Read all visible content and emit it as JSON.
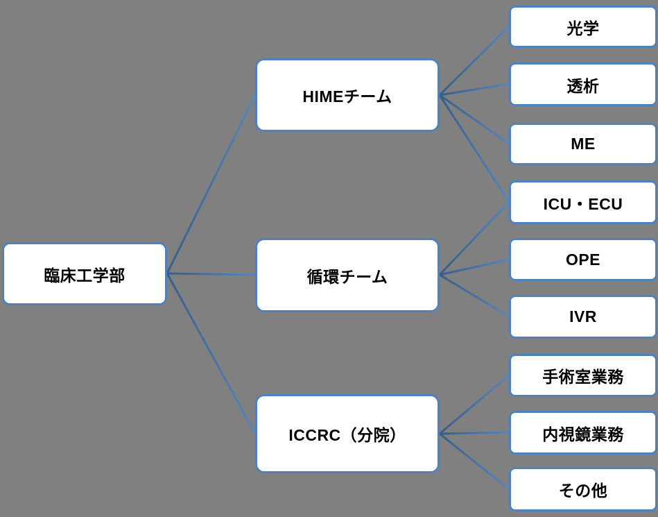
{
  "colors": {
    "background": "#808080",
    "box_border": "#4f81bd",
    "box_fill": "#ffffff",
    "text": "#000000",
    "connector_parent_end": "#385d8a",
    "connector_child_end": "#5586c1"
  },
  "diagram": {
    "type": "horizontal-hierarchy-org-chart",
    "root": {
      "label": "臨床工学部"
    },
    "teams": [
      {
        "id": "hime",
        "label": "HIMEチーム"
      },
      {
        "id": "junkan",
        "label": "循環チーム"
      },
      {
        "id": "iccrc",
        "label": "ICCRC（分院）"
      }
    ],
    "leaves": [
      {
        "id": "optics",
        "label": "光学",
        "parents": [
          "hime"
        ]
      },
      {
        "id": "dialysis",
        "label": "透析",
        "parents": [
          "hime"
        ]
      },
      {
        "id": "me",
        "label": "ME",
        "parents": [
          "hime"
        ]
      },
      {
        "id": "icu-ecu",
        "label": "ICU・ECU",
        "parents": [
          "hime",
          "junkan"
        ]
      },
      {
        "id": "ope",
        "label": "OPE",
        "parents": [
          "junkan"
        ]
      },
      {
        "id": "ivr",
        "label": "IVR",
        "parents": [
          "junkan"
        ]
      },
      {
        "id": "operating-room",
        "label": "手術室業務",
        "parents": [
          "iccrc"
        ]
      },
      {
        "id": "endoscopy",
        "label": "内視鏡業務",
        "parents": [
          "iccrc"
        ]
      },
      {
        "id": "others",
        "label": "その他",
        "parents": [
          "iccrc"
        ]
      }
    ]
  }
}
